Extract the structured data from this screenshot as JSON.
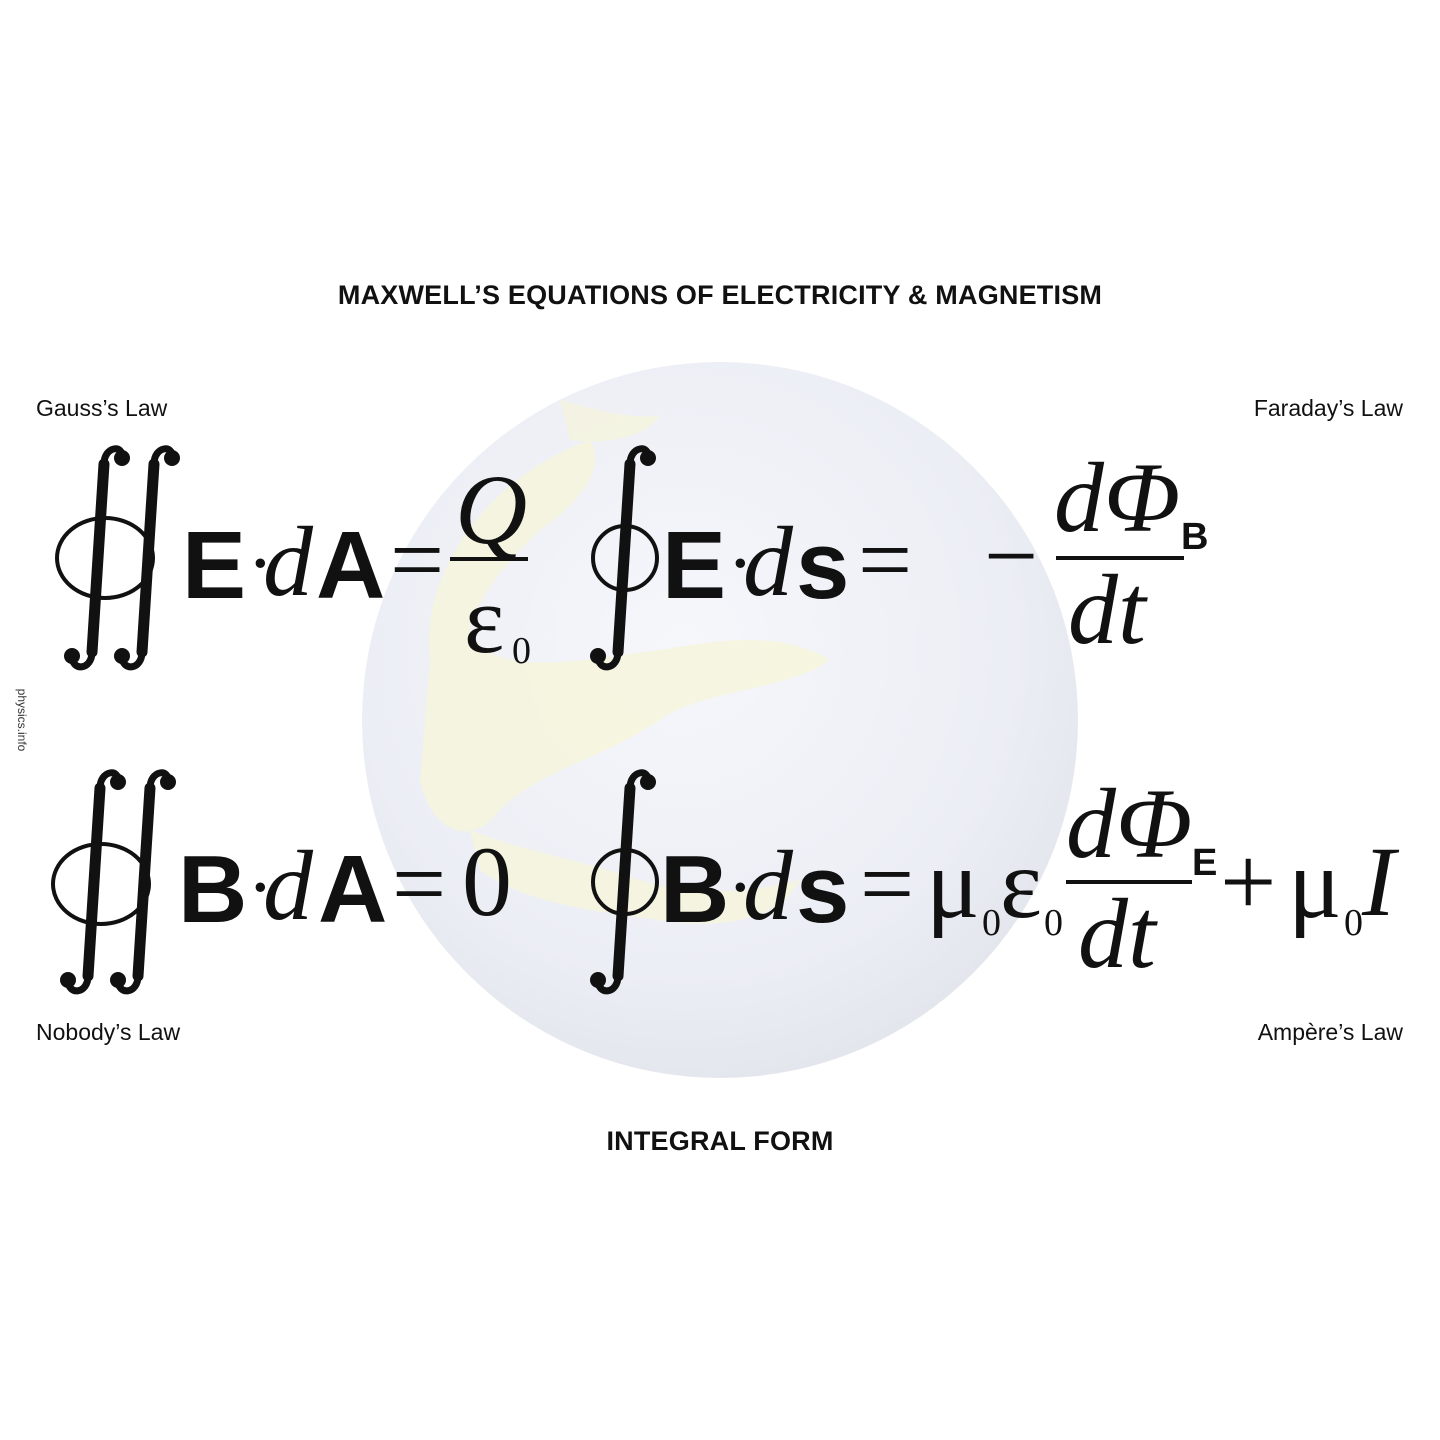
{
  "header": {
    "title": "MAXWELL’S EQUATIONS OF ELECTRICITY & MAGNETISM"
  },
  "footer": {
    "title": "INTEGRAL FORM"
  },
  "watermark": "physics.info",
  "labels": {
    "gauss": "Gauss’s Law",
    "faraday": "Faraday’s Law",
    "nobody": "Nobody’s Law",
    "ampere": "Ampère’s Law"
  },
  "equations": {
    "gauss": {
      "field": "E",
      "dot": "·",
      "d": "d",
      "area": "A",
      "equals": "=",
      "numerator": "Q",
      "denominator": "ε",
      "denominator_sub": "0"
    },
    "faraday": {
      "field": "E",
      "dot": "·",
      "d": "d",
      "path": "s",
      "equals": "=",
      "minus": "−",
      "numerator": "dΦ",
      "numerator_sub": "B",
      "denominator": "dt"
    },
    "nobody": {
      "field": "B",
      "dot": "·",
      "d": "d",
      "area": "A",
      "equals": "=",
      "rhs": "0"
    },
    "ampere": {
      "field": "B",
      "dot": "·",
      "d": "d",
      "path": "s",
      "equals": "=",
      "mu": "μ",
      "mu_sub": "0",
      "eps": "ε",
      "eps_sub": "0",
      "numerator": "dΦ",
      "numerator_sub": "E",
      "denominator": "dt",
      "plus": "+",
      "mu2": "μ",
      "mu2_sub": "0",
      "current": "I"
    }
  },
  "colors": {
    "ink": "#111111",
    "globe_base": "#eef0f6",
    "globe_land": "#f7f5d8"
  }
}
